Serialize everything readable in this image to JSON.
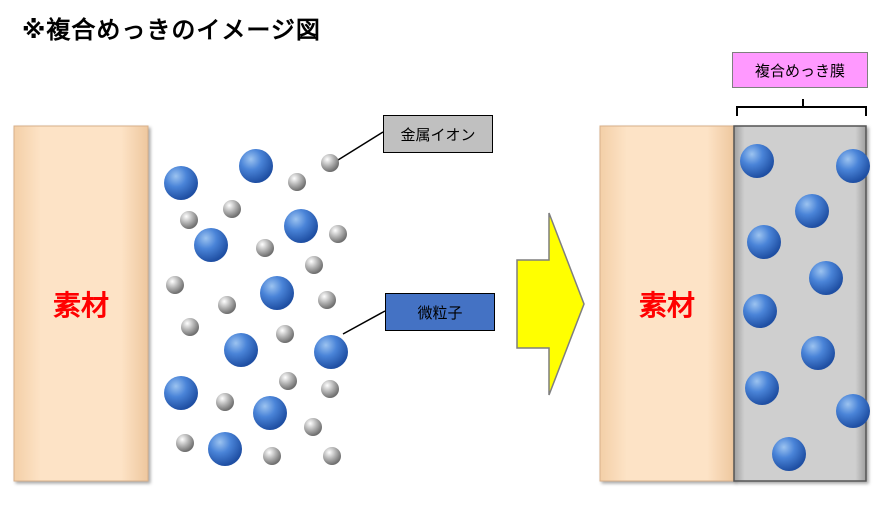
{
  "title": "※複合めっきのイメージ図",
  "labels": {
    "metal_ion": "金属イオン",
    "particle": "微粒子",
    "composite_film": "複合めっき膜",
    "substrate_left": "素材",
    "substrate_right": "素材"
  },
  "colors": {
    "substrate": "#fde0c0",
    "film": "#c8c8c8",
    "arrow": "#ffff00",
    "particle": "#4472c4",
    "metal_ion": "#a6a6a6",
    "film_label_bg": "#ff99ff",
    "particle_label_bg": "#4472c4",
    "ion_label_bg": "#c0c0c0",
    "substrate_text": "#ff0000"
  }
}
